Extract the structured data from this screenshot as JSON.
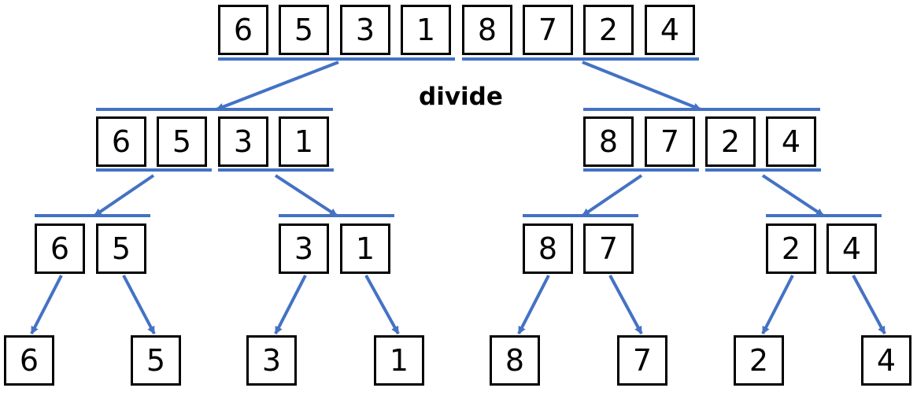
{
  "caption": "divide",
  "colors": {
    "accent": "#4472C4",
    "box_border": "#000000",
    "background": "#ffffff"
  },
  "tree": {
    "root": [
      "6",
      "5",
      "3",
      "1",
      "8",
      "7",
      "2",
      "4"
    ],
    "halves": [
      [
        "6",
        "5",
        "3",
        "1"
      ],
      [
        "8",
        "7",
        "2",
        "4"
      ]
    ],
    "pairs": [
      [
        "6",
        "5"
      ],
      [
        "3",
        "1"
      ],
      [
        "8",
        "7"
      ],
      [
        "2",
        "4"
      ]
    ],
    "leaves": [
      "6",
      "5",
      "3",
      "1",
      "8",
      "7",
      "2",
      "4"
    ]
  }
}
